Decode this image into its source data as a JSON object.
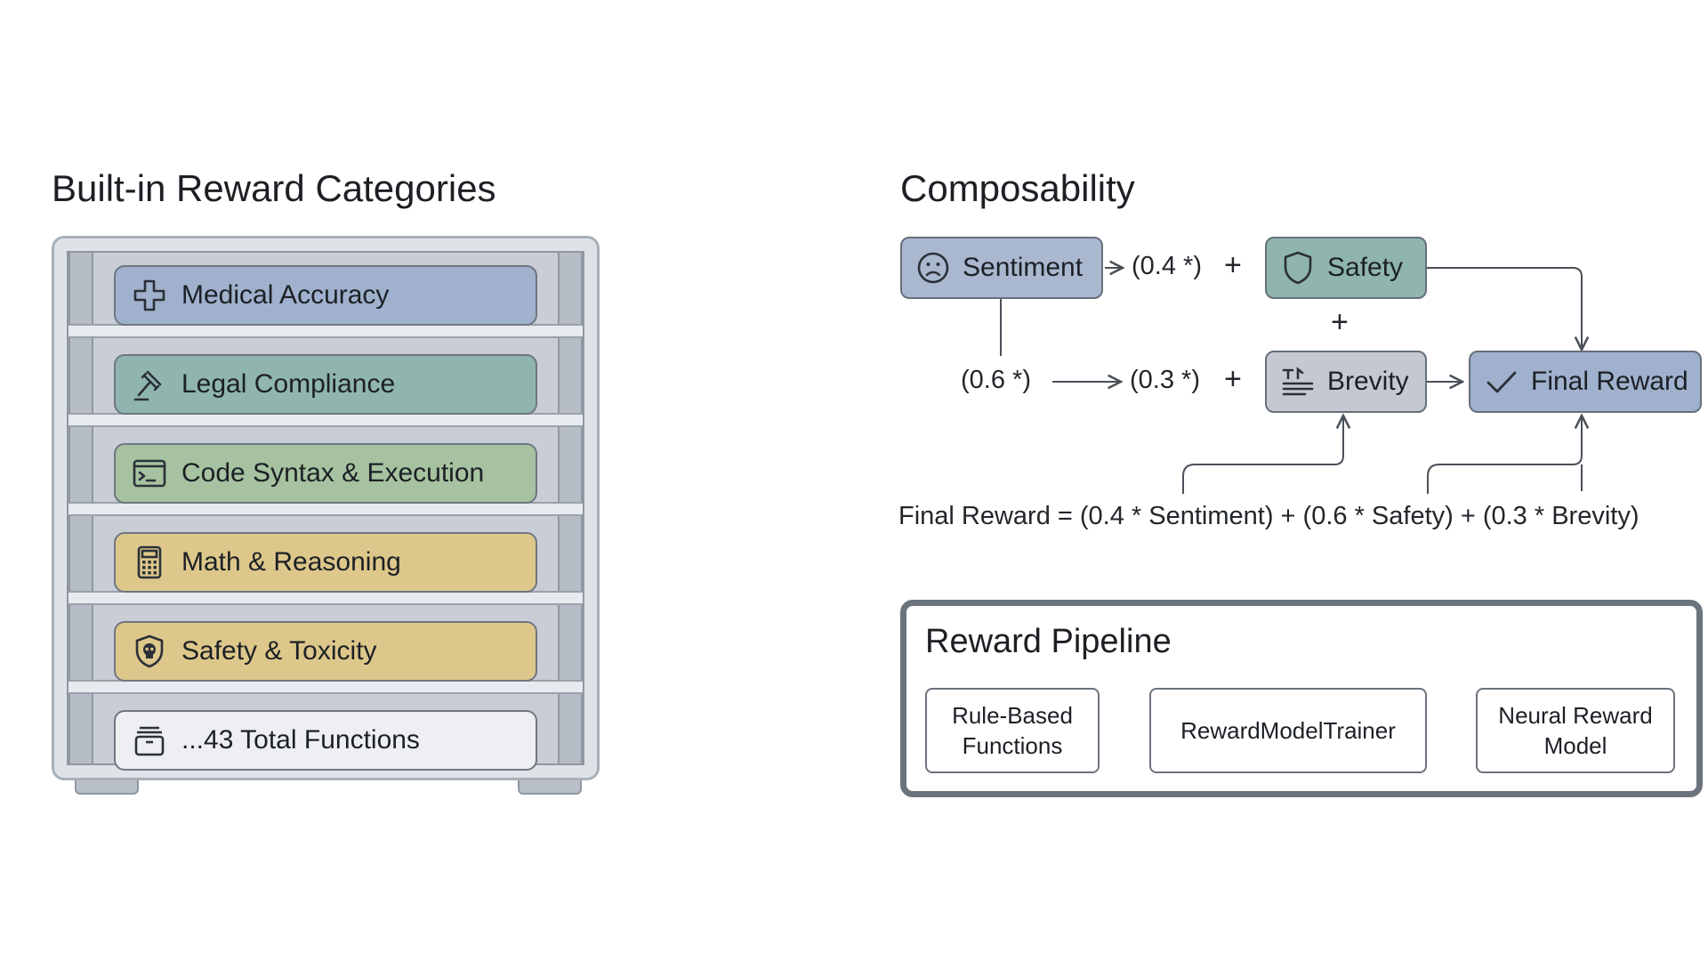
{
  "left": {
    "title": "Built-in Reward Categories",
    "categories": [
      {
        "label": "Medical Accuracy",
        "icon": "medical-cross-icon",
        "color": "#9fb1cc"
      },
      {
        "label": "Legal Compliance",
        "icon": "gavel-icon",
        "color": "#8fb5ae"
      },
      {
        "label": "Code Syntax & Execution",
        "icon": "terminal-icon",
        "color": "#a6c2a0"
      },
      {
        "label": "Math & Reasoning",
        "icon": "calculator-icon",
        "color": "#ddc78a"
      },
      {
        "label": "Safety & Toxicity",
        "icon": "shield-skull-icon",
        "color": "#ddc78a"
      },
      {
        "label": "...43 Total Functions",
        "icon": "archive-icon",
        "color": "#eeeff2"
      }
    ]
  },
  "right": {
    "title": "Composability",
    "nodes": {
      "sentiment": {
        "label": "Sentiment",
        "icon": "sad-face-icon",
        "color": "#a9b8cf"
      },
      "safety": {
        "label": "Safety",
        "icon": "shield-icon",
        "color": "#8fb5ae"
      },
      "brevity": {
        "label": "Brevity",
        "icon": "text-lines-icon",
        "color": "#c4c8d0"
      },
      "final": {
        "label": "Final Reward",
        "icon": "check-icon",
        "color": "#9fb1cc"
      }
    },
    "weights": {
      "w_sentiment": "(0.4 *)",
      "w_safety": "(0.6 *)",
      "w_brevity": "(0.3 *)"
    },
    "plus": "+",
    "formula": "Final Reward = (0.4 * Sentiment) + (0.6 * Safety) + (0.3 * Brevity)",
    "pipeline": {
      "title": "Reward Pipeline",
      "steps": [
        "Rule-Based\nFunctions",
        "RewardModelTrainer",
        "Neural Reward\nModel"
      ]
    }
  }
}
